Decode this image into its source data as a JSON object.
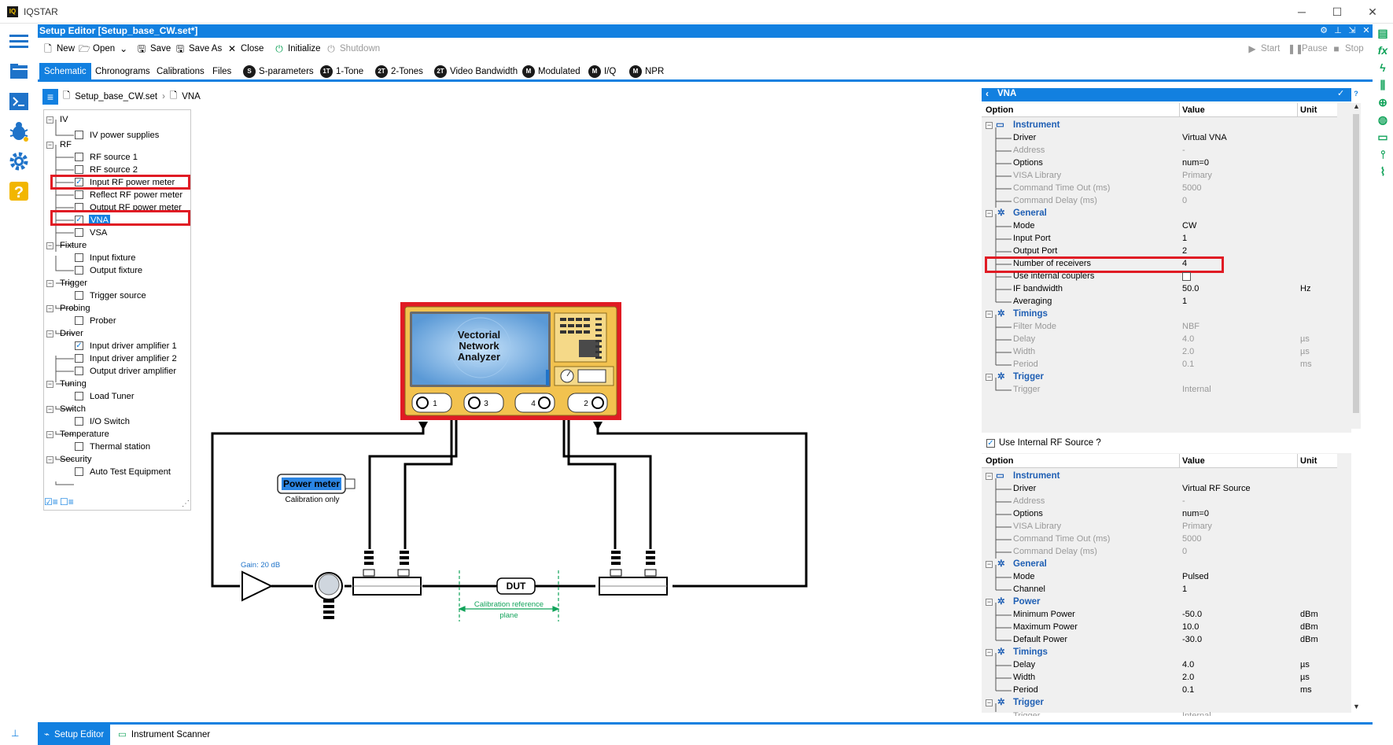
{
  "app": {
    "title": "IQSTAR",
    "logo": "IQ"
  },
  "editor": {
    "title": "Setup Editor [Setup_base_CW.set*]"
  },
  "toolbar": {
    "new": "New",
    "open": "Open",
    "save": "Save",
    "save_as": "Save As",
    "close": "Close",
    "initialize": "Initialize",
    "shutdown": "Shutdown",
    "start": "Start",
    "pause": "Pause",
    "stop": "Stop"
  },
  "tabs": [
    {
      "label": "Schematic",
      "icon": ""
    },
    {
      "label": "Chronograms",
      "icon": ""
    },
    {
      "label": "Calibrations",
      "icon": ""
    },
    {
      "label": "Files",
      "icon": ""
    },
    {
      "label": "S-parameters",
      "icon": "S"
    },
    {
      "label": "1-Tone",
      "icon": "1T"
    },
    {
      "label": "2-Tones",
      "icon": "2T"
    },
    {
      "label": "Video Bandwidth",
      "icon": "2T"
    },
    {
      "label": "Modulated",
      "icon": "M"
    },
    {
      "label": "I/Q",
      "icon": "M"
    },
    {
      "label": "NPR",
      "icon": "M"
    }
  ],
  "breadcrumb": {
    "file": "Setup_base_CW.set",
    "item": "VNA"
  },
  "tree": {
    "groups": [
      "IV",
      "RF",
      "Fixture",
      "Trigger",
      "Probing",
      "Driver",
      "Tuning",
      "Switch",
      "Temperature",
      "Security"
    ],
    "items": {
      "iv_power_supplies": "IV power supplies",
      "rf_source_1": "RF source 1",
      "rf_source_2": "RF source 2",
      "input_rf_power_meter": "Input RF power meter",
      "reflect_rf_power_meter": "Reflect RF power meter",
      "output_rf_power_meter": "Output RF power meter",
      "vna": "VNA",
      "vsa": "VSA",
      "input_fixture": "Input fixture",
      "output_fixture": "Output fixture",
      "trigger_source": "Trigger source",
      "prober": "Prober",
      "input_driver_amplifier_1": "Input driver amplifier 1",
      "input_driver_amplifier_2": "Input driver amplifier 2",
      "output_driver_amplifier": "Output driver amplifier",
      "load_tuner": "Load Tuner",
      "io_switch": "I/O Switch",
      "thermal_station": "Thermal station",
      "auto_test_equipment": "Auto Test Equipment"
    }
  },
  "schematic": {
    "vna_label": [
      "Vectorial",
      "Network",
      "Analyzer"
    ],
    "ports": [
      "1",
      "3",
      "4",
      "2"
    ],
    "power_meter": "Power meter",
    "calibration_only": "Calibration only",
    "gain": "Gain: 20 dB",
    "dut": "DUT",
    "cal_ref": [
      "Calibration reference",
      "plane"
    ]
  },
  "vna_panel": {
    "title": "VNA",
    "headers": {
      "option": "Option",
      "value": "Value",
      "unit": "Unit"
    },
    "instrument": "Instrument",
    "driver": {
      "label": "Driver",
      "value": "Virtual VNA"
    },
    "address": {
      "label": "Address",
      "value": "-"
    },
    "options": {
      "label": "Options",
      "value": "num=0"
    },
    "visa_library": {
      "label": "VISA Library",
      "value": "Primary"
    },
    "command_timeout": {
      "label": "Command Time Out (ms)",
      "value": "5000"
    },
    "command_delay": {
      "label": "Command Delay (ms)",
      "value": "0"
    },
    "general": "General",
    "mode": {
      "label": "Mode",
      "value": "CW"
    },
    "input_port": {
      "label": "Input Port",
      "value": "1"
    },
    "output_port": {
      "label": "Output Port",
      "value": "2"
    },
    "num_receivers": {
      "label": "Number of receivers",
      "value": "4"
    },
    "internal_couplers": {
      "label": "Use internal couplers"
    },
    "if_bandwidth": {
      "label": "IF bandwidth",
      "value": "50.0",
      "unit": "Hz"
    },
    "averaging": {
      "label": "Averaging",
      "value": "1"
    },
    "timings": "Timings",
    "filter_mode": {
      "label": "Filter Mode",
      "value": "NBF"
    },
    "delay": {
      "label": "Delay",
      "value": "4.0",
      "unit": "µs"
    },
    "width": {
      "label": "Width",
      "value": "2.0",
      "unit": "µs"
    },
    "period": {
      "label": "Period",
      "value": "0.1",
      "unit": "ms"
    },
    "trigger": "Trigger",
    "trigger_row": {
      "label": "Trigger",
      "value": "Internal"
    }
  },
  "rf_source_checkbox": "Use Internal RF Source ?",
  "rf_panel": {
    "headers": {
      "option": "Option",
      "value": "Value",
      "unit": "Unit"
    },
    "instrument": "Instrument",
    "driver": {
      "label": "Driver",
      "value": "Virtual RF Source"
    },
    "address": {
      "label": "Address",
      "value": "-"
    },
    "options": {
      "label": "Options",
      "value": "num=0"
    },
    "visa_library": {
      "label": "VISA Library",
      "value": "Primary"
    },
    "command_timeout": {
      "label": "Command Time Out (ms)",
      "value": "5000"
    },
    "command_delay": {
      "label": "Command Delay (ms)",
      "value": "0"
    },
    "general": "General",
    "mode": {
      "label": "Mode",
      "value": "Pulsed"
    },
    "channel": {
      "label": "Channel",
      "value": "1"
    },
    "power": "Power",
    "min_power": {
      "label": "Minimum Power",
      "value": "-50.0",
      "unit": "dBm"
    },
    "max_power": {
      "label": "Maximum Power",
      "value": "10.0",
      "unit": "dBm"
    },
    "default_power": {
      "label": "Default Power",
      "value": "-30.0",
      "unit": "dBm"
    },
    "timings": "Timings",
    "delay": {
      "label": "Delay",
      "value": "4.0",
      "unit": "µs"
    },
    "width": {
      "label": "Width",
      "value": "2.0",
      "unit": "µs"
    },
    "period": {
      "label": "Period",
      "value": "0.1",
      "unit": "ms"
    },
    "trigger": "Trigger",
    "trigger_row": {
      "label": "Trigger",
      "value": "Internal"
    }
  },
  "statusbar": {
    "setup_editor": "Setup Editor",
    "instrument_scanner": "Instrument Scanner"
  },
  "colors": {
    "accent": "#1280e0",
    "highlight": "#e01b24",
    "vna_body": "#f2c24f",
    "section": "#1f5fb4"
  }
}
